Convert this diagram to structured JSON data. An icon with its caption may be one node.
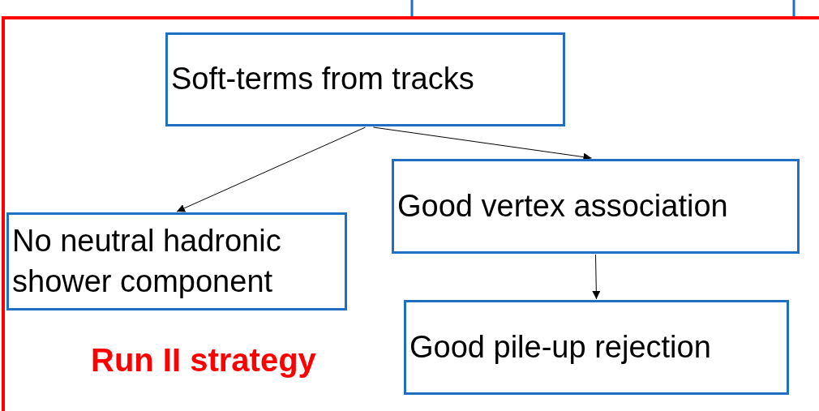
{
  "diagram": {
    "nodes": [
      {
        "text": [
          "Soft-terms from tracks"
        ]
      },
      {
        "text": [
          "No neutral hadronic shower component"
        ]
      },
      {
        "text": [
          "Good vertex association"
        ]
      },
      {
        "text": [
          "Good pile-up rejection"
        ]
      }
    ],
    "edges": [
      {
        "from": 0,
        "to": 1,
        "arrow": "to"
      },
      {
        "from": 0,
        "to": 2,
        "arrow": "to"
      },
      {
        "from": 2,
        "to": 3,
        "arrow": "to"
      }
    ],
    "labels": [
      "Run II strategy"
    ]
  }
}
